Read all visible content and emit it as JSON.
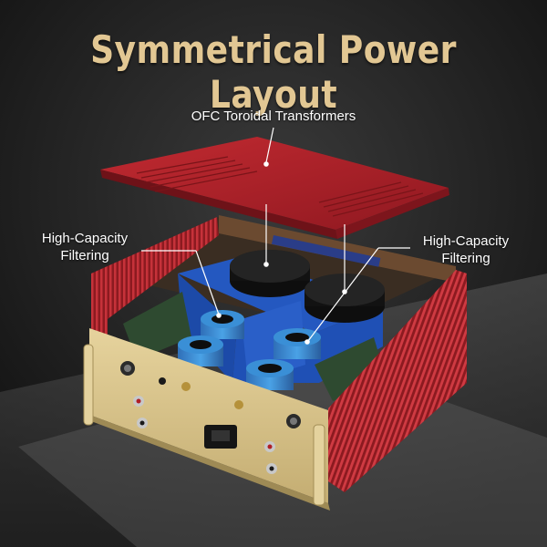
{
  "headline": "Symmetrical Power Layout",
  "callouts": {
    "top": "OFC Toroidal Transformers",
    "left_line1": "High-Capacity",
    "left_line2": "Filtering",
    "right_line1": "High-Capacity",
    "right_line2": "Filtering"
  },
  "colors": {
    "headline": "#e2c793",
    "red_cover": "#b42029",
    "gold_panel": "#d9c48c",
    "blue_shield": "#1f50b5",
    "capacitor": "#3b8fd6",
    "transformer": "#141414"
  }
}
